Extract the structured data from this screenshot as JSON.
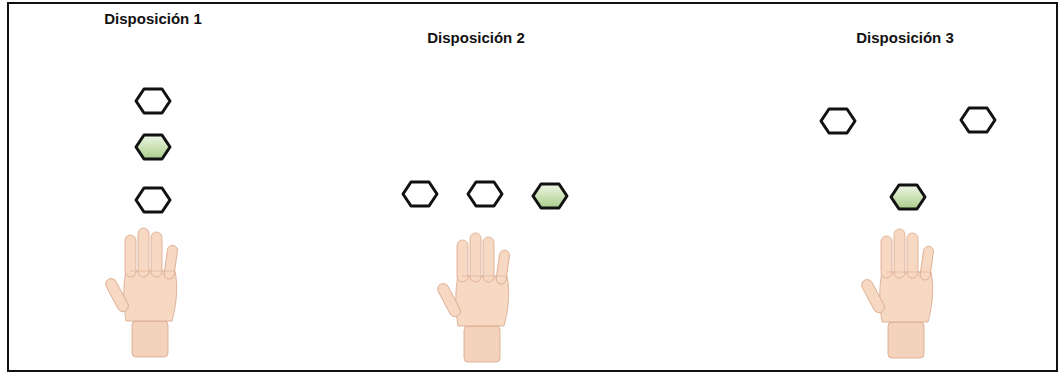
{
  "diagram": {
    "labels": [
      "Disposición 1",
      "Disposición 2",
      "Disposición 3"
    ]
  }
}
